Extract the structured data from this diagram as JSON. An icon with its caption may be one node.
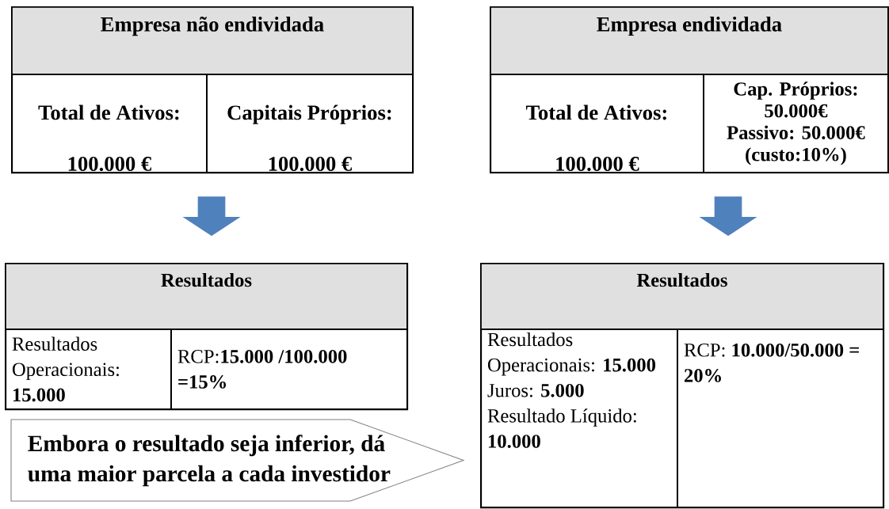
{
  "diagram": {
    "nodes": [
      {
        "text": [],
        "shape": "box"
      },
      {
        "text": [
          "Empresa não endividada"
        ],
        "in": 0
      },
      {
        "text": [
          "Total de Ativos:",
          "100.000 €"
        ],
        "in": 0
      },
      {
        "text": [
          "Capitais Próprios:",
          "100.000 €"
        ],
        "in": 0
      },
      {
        "text": [],
        "shape": "box"
      },
      {
        "text": [
          "Empresa endividada"
        ],
        "in": 4
      },
      {
        "text": [
          "Total de Ativos:",
          "100.000 €"
        ],
        "in": 4
      },
      {
        "text": [
          "Cap. Próprios: 50.000€",
          "Passivo: 50.000€ (custo:10%)"
        ],
        "in": 4
      },
      {
        "text": [],
        "shape": "box"
      },
      {
        "text": [
          "Resultados"
        ],
        "in": 8
      },
      {
        "text": [
          "Resultados Operacionais: **15.000**"
        ],
        "in": 8
      },
      {
        "text": [
          "RCP:**15.000 /100.000 =15%**"
        ],
        "in": 8
      },
      {
        "text": [],
        "shape": "box"
      },
      {
        "text": [
          "Resultados"
        ],
        "in": 12
      },
      {
        "text": [
          "Resultados Operacionais: **15.000**",
          "Juros: **5.000**",
          "Resultado Líquido: **10.000**"
        ],
        "in": 12
      },
      {
        "text": [
          "RCP: **10.000/50.000 = 20%**"
        ],
        "in": 12
      },
      {
        "text": [
          "Embora o resultado seja inferior, dá uma maior parcela a cada investidor"
        ]
      }
    ],
    "edges": [
      {
        "from": 0,
        "to": 8,
        "arrow": "to"
      },
      {
        "from": 4,
        "to": 12,
        "arrow": "to"
      }
    ]
  }
}
